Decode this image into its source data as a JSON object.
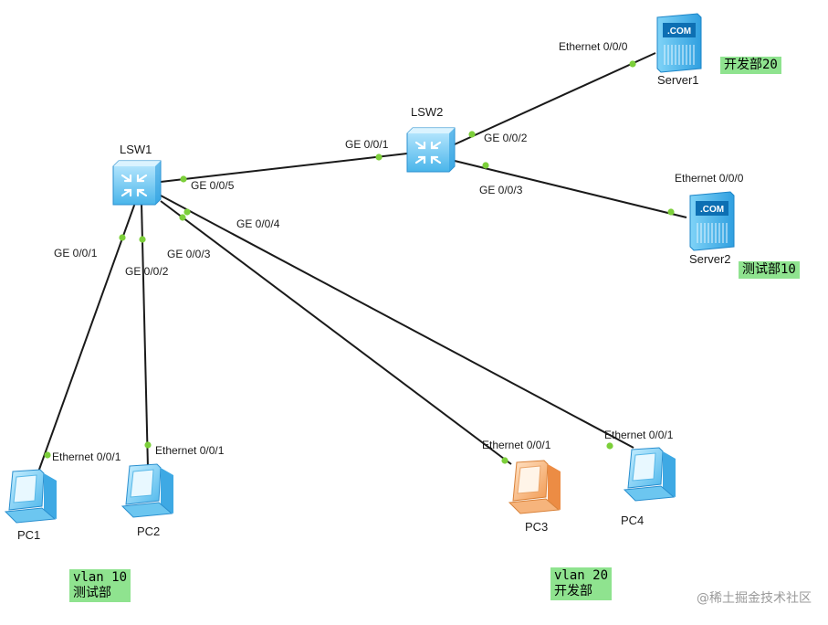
{
  "nodes": {
    "lsw1": "LSW1",
    "lsw2": "LSW2",
    "server1": "Server1",
    "server2": "Server2",
    "pc1": "PC1",
    "pc2": "PC2",
    "pc3": "PC3",
    "pc4": "PC4"
  },
  "server_badge": ".COM",
  "ports": {
    "lsw1_ge005": "GE 0/0/5",
    "lsw1_ge004": "GE 0/0/4",
    "lsw1_ge003": "GE 0/0/3",
    "lsw1_ge002": "GE 0/0/2",
    "lsw1_ge001": "GE 0/0/1",
    "lsw2_ge001": "GE 0/0/1",
    "lsw2_ge002": "GE 0/0/2",
    "lsw2_ge003": "GE 0/0/3",
    "server1_eth": "Ethernet 0/0/0",
    "server2_eth": "Ethernet 0/0/0",
    "pc1_eth": "Ethernet 0/0/1",
    "pc2_eth": "Ethernet 0/0/1",
    "pc3_eth": "Ethernet 0/0/1",
    "pc4_eth": "Ethernet 0/0/1"
  },
  "notes": {
    "server1_dept": "开发部20",
    "server2_dept": "测试部10",
    "vlan10_line1": "vlan 10",
    "vlan10_line2": "测试部",
    "vlan20_line1": "vlan 20",
    "vlan20_line2": "开发部"
  },
  "watermark": "@稀土掘金技术社区",
  "colors": {
    "link": "#1a1a1a",
    "port_dot": "#7ccf3a",
    "note_bg": "#8fe38f",
    "device_blue": "#5fc3ef",
    "pc_orange": "#f4a35f"
  }
}
